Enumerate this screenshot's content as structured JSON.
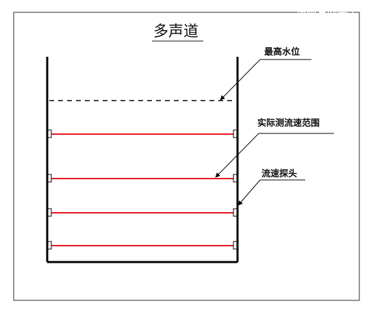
{
  "title": "多声道",
  "labels": {
    "max_water_level": "最高水位",
    "measured_velocity_range": "实际测流速范围",
    "velocity_probe": "流速探头"
  },
  "watermark": "搜狐号@羊工",
  "colors": {
    "velocity_lines": "#e8141b",
    "outline": "#000000",
    "frame": "#2a2a2a",
    "watermark": "#ffffff"
  },
  "velocity_path_count": 4,
  "line_styles": {
    "max_water_level": "dashed"
  }
}
